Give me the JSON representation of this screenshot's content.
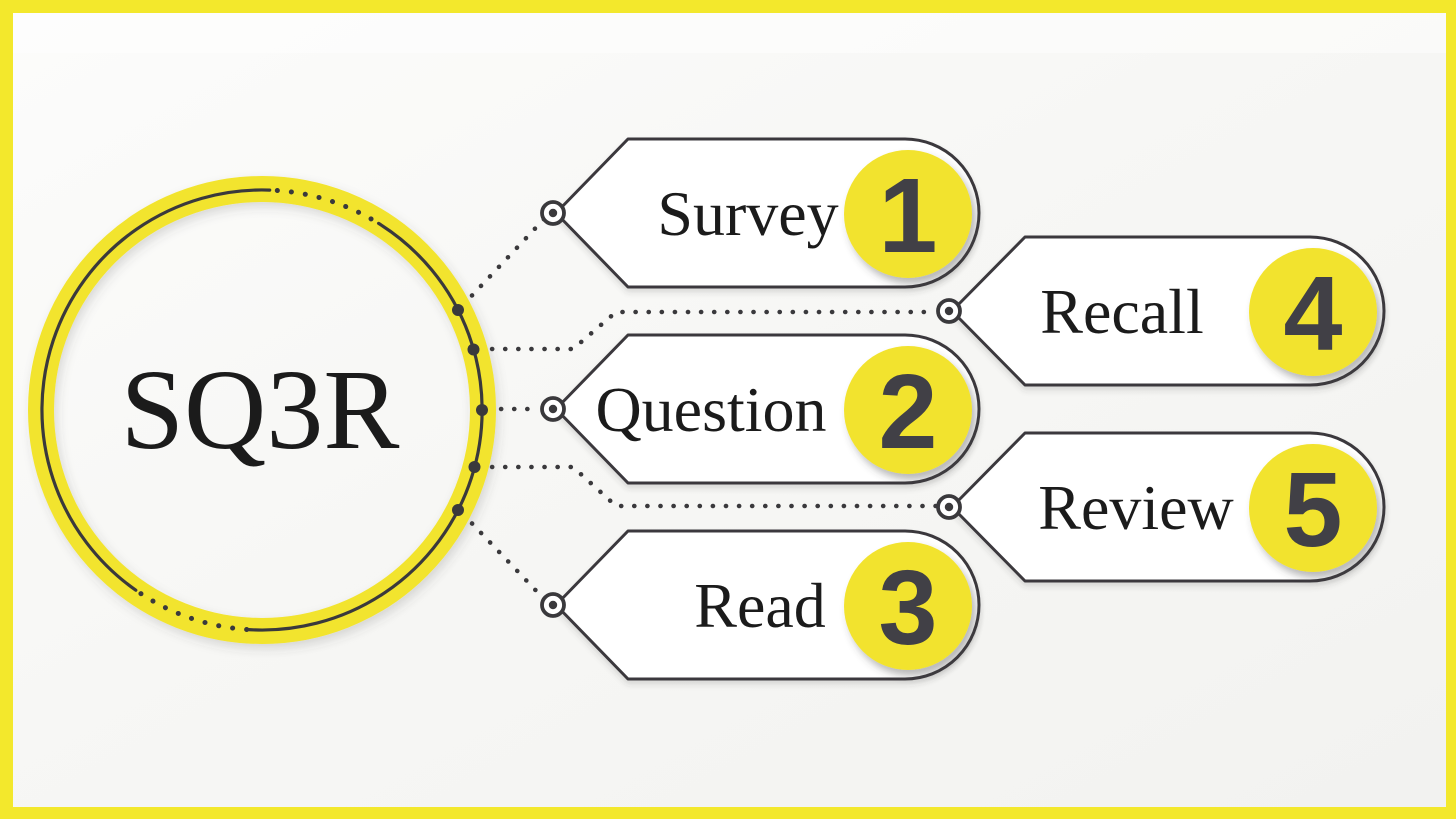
{
  "diagram": {
    "title": "SQ3R",
    "items": [
      {
        "id": "survey",
        "label": "Survey",
        "number": "1"
      },
      {
        "id": "question",
        "label": "Question",
        "number": "2"
      },
      {
        "id": "read",
        "label": "Read",
        "number": "3"
      },
      {
        "id": "recall",
        "label": "Recall",
        "number": "4"
      },
      {
        "id": "review",
        "label": "Review",
        "number": "5"
      }
    ],
    "colors": {
      "frame_yellow": "#F3E82C",
      "ring_yellow": "#F2E42E",
      "badge_yellow": "#F2E32E",
      "stroke_dark": "#3A393C",
      "number_gray": "#414046",
      "text_black": "#1B1B1B",
      "background": "#F6F6F4"
    }
  }
}
